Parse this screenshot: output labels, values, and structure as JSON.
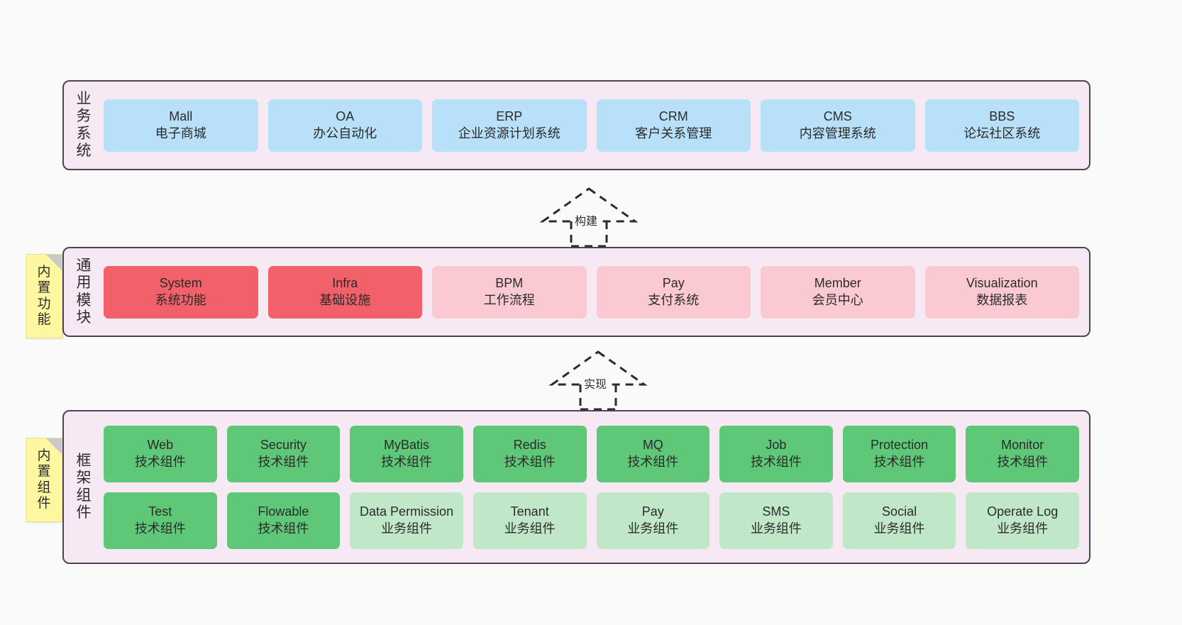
{
  "diagram": {
    "title_layers": [
      "业务系统",
      "通用模块",
      "框架组件"
    ],
    "background_color": "#fafafa",
    "layer_fill": "#f7e9f3",
    "layer_border": "#4b4453"
  },
  "layers": [
    {
      "id": "business",
      "label": "业务系统",
      "rows": [
        {
          "cards": [
            {
              "name": "Mall",
              "sub": "电子商城",
              "color": "blue"
            },
            {
              "name": "OA",
              "sub": "办公自动化",
              "color": "blue"
            },
            {
              "name": "ERP",
              "sub": "企业资源计划系统",
              "color": "blue"
            },
            {
              "name": "CRM",
              "sub": "客户关系管理",
              "color": "blue"
            },
            {
              "name": "CMS",
              "sub": "内容管理系统",
              "color": "blue"
            },
            {
              "name": "BBS",
              "sub": "论坛社区系统",
              "color": "blue"
            }
          ]
        }
      ]
    },
    {
      "id": "common-modules",
      "label": "通用模块",
      "note": "内置功能",
      "rows": [
        {
          "cards": [
            {
              "name": "System",
              "sub": "系统功能",
              "color": "red"
            },
            {
              "name": "Infra",
              "sub": "基础设施",
              "color": "red"
            },
            {
              "name": "BPM",
              "sub": "工作流程",
              "color": "pink"
            },
            {
              "name": "Pay",
              "sub": "支付系统",
              "color": "pink"
            },
            {
              "name": "Member",
              "sub": "会员中心",
              "color": "pink"
            },
            {
              "name": "Visualization",
              "sub": "数据报表",
              "color": "pink"
            }
          ]
        }
      ]
    },
    {
      "id": "framework-components",
      "label": "框架组件",
      "note": "内置组件",
      "rows": [
        {
          "cards": [
            {
              "name": "Web",
              "sub": "技术组件",
              "color": "green"
            },
            {
              "name": "Security",
              "sub": "技术组件",
              "color": "green"
            },
            {
              "name": "MyBatis",
              "sub": "技术组件",
              "color": "green"
            },
            {
              "name": "Redis",
              "sub": "技术组件",
              "color": "green"
            },
            {
              "name": "MQ",
              "sub": "技术组件",
              "color": "green"
            },
            {
              "name": "Job",
              "sub": "技术组件",
              "color": "green"
            },
            {
              "name": "Protection",
              "sub": "技术组件",
              "color": "green"
            },
            {
              "name": "Monitor",
              "sub": "技术组件",
              "color": "green"
            }
          ]
        },
        {
          "cards": [
            {
              "name": "Test",
              "sub": "技术组件",
              "color": "green"
            },
            {
              "name": "Flowable",
              "sub": "技术组件",
              "color": "green"
            },
            {
              "name": "Data Permission",
              "sub": "业务组件",
              "color": "lgreen"
            },
            {
              "name": "Tenant",
              "sub": "业务组件",
              "color": "lgreen"
            },
            {
              "name": "Pay",
              "sub": "业务组件",
              "color": "lgreen"
            },
            {
              "name": "SMS",
              "sub": "业务组件",
              "color": "lgreen"
            },
            {
              "name": "Social",
              "sub": "业务组件",
              "color": "lgreen"
            },
            {
              "name": "Operate Log",
              "sub": "业务组件",
              "color": "lgreen"
            }
          ]
        }
      ]
    }
  ],
  "connectors": [
    {
      "id": "build",
      "label": "构建",
      "from": "common-modules",
      "to": "business"
    },
    {
      "id": "implement",
      "label": "实现",
      "from": "framework-components",
      "to": "common-modules"
    }
  ],
  "palette": {
    "blue": "#b8e0f9",
    "red": "#f2606a",
    "pink": "#fbc9d2",
    "green": "#5fc878",
    "light_green": "#c0e8c8",
    "note_yellow": "#fdf7a0",
    "layer_fill": "#f7e9f3",
    "layer_border": "#4b4453",
    "background": "#fafafa"
  }
}
